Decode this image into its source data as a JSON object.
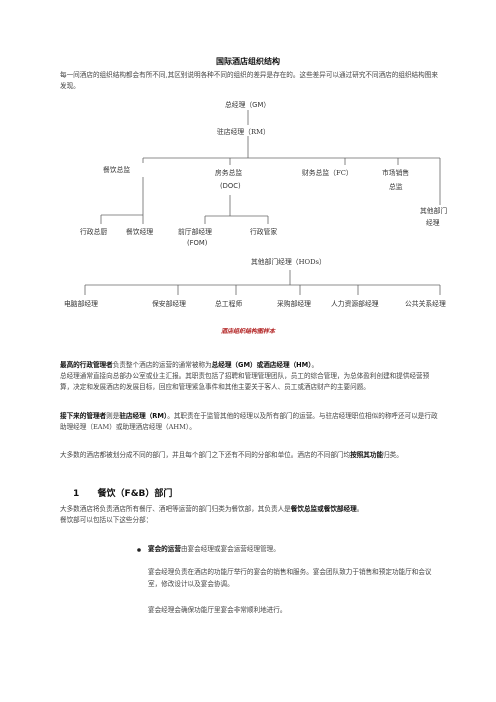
{
  "doc": {
    "title": "国际酒店组织结构",
    "intro": "每一间酒店的组织结构都会有所不同,其区别说明各种不同的组织的差异是存在的。这些差异可以通过研究不同酒店的组织结构图来发现。",
    "caption": "酒店组织结构图样本"
  },
  "org": {
    "gm": "总经理（GM）",
    "rm": "驻店经理（RM）",
    "fb_director": "餐饮总监",
    "rooms_director_1": "房务总监",
    "rooms_director_2": "(DOC)",
    "finance_director": "财务总监（FC）",
    "sales_director_1": "市场销售",
    "sales_director_2": "总监",
    "other_dept_1": "其他部门",
    "other_dept_2": "经理",
    "exec_chef": "行政总厨",
    "fb_manager": "餐饮经理",
    "fom_1": "前厅部经理",
    "fom_2": "(FOM)",
    "exec_housekeeper": "行政管家",
    "hods": "其他部门经理（HODs）",
    "it_manager": "电脑部经理",
    "security_manager": "保安部经理",
    "chief_engineer": "总工程师",
    "purchasing_manager": "采购部经理",
    "hr_manager": "人力资源部经理",
    "pr_manager": "公共关系经理"
  },
  "para1": {
    "lead": "最高的行政管理者",
    "mid": "负责整个酒店的运营的通常被称为",
    "term": "总经理（GM）或酒店经理（HM）",
    "end": "。",
    "rest": "总经理通常直接向总部办公室或业主汇报。其职责包括了招聘和管理管理团队，员工的综合管理，为总体盈利创建和提供经营预算，决定和发展酒店的发展目标，回应和管理紧急事件和其他主要关于客人、员工或酒店财产的主要问题。"
  },
  "para2": {
    "lead": "接下来的管理者",
    "mid": "则是",
    "term": "驻店经理（RM）",
    "rest": "。其职责在于监管其他的经理以及所有部门的运营。与驻店经理职位相似的称呼还可以是行政助理经理（EAM）或助理酒店经理（AHM）。"
  },
  "para3": {
    "text": "大多数的酒店都被划分成不同的部门，并且每个部门之下还有不同的分部和单位。酒店的不同部门均",
    "term": "按照其功能",
    "end": "归类。"
  },
  "section1": {
    "number": "1",
    "heading": "餐饮（F&B）部门",
    "text1": "大多数酒店将负责酒店所有餐厅、酒吧等运营的部门归类为餐饮部，其负责人是",
    "term1": "餐饮总监或餐饮部经理",
    "end1": "。",
    "text2": "餐饮部可以包括以下这些分部："
  },
  "banquet": {
    "term": "宴会的运营",
    "text": "由宴会经理或宴会运营经理管理。",
    "desc": "宴会经理负责在酒店的功能厅举行的宴会的销售和服务。宴会团队致力于销售和预定功能厅和会议室，修改设计以及宴会协调。",
    "desc2": "宴会经理会确保功能厅里宴会非常顺利地进行。"
  }
}
